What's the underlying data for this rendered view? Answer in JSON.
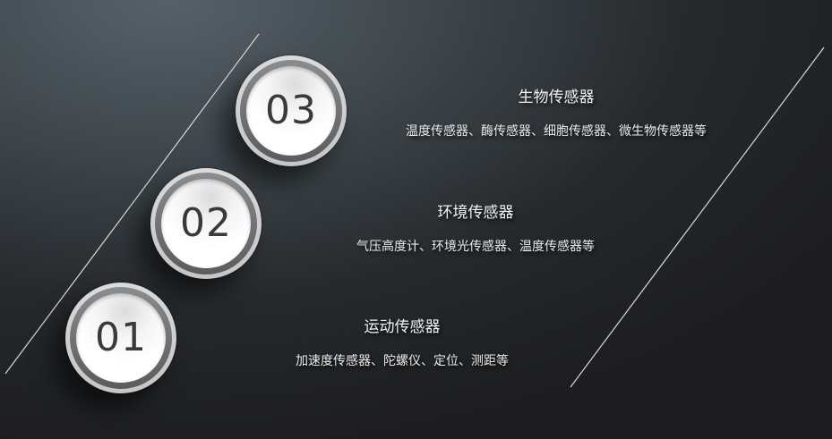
{
  "slide": {
    "items": [
      {
        "number": "03",
        "title": "生物传感器",
        "description": "温度传感器、酶传感器、细胞传感器、微生物传感器等"
      },
      {
        "number": "02",
        "title": "环境传感器",
        "description": "气压高度计、环境光传感器、温度传感器等"
      },
      {
        "number": "01",
        "title": "运动传感器",
        "description": "加速度传感器、陀螺仪、定位、测距等"
      }
    ],
    "colors": {
      "background_top_left": "#566168",
      "background_bottom_right": "#1c1c1e",
      "line": "#d8d8d8",
      "text": "#f2f2f2",
      "number": "#3a3a3a"
    }
  }
}
